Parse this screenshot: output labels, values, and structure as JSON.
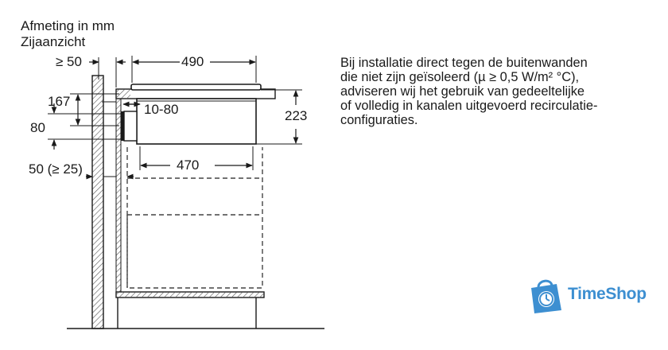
{
  "header": {
    "title": "Afmeting in mm",
    "subtitle": "Zijaanzicht"
  },
  "dimensions": {
    "wall_gap": "≥ 50",
    "hob_width": "490",
    "depth_167": "167",
    "gap_10_80": "10-80",
    "outlet_80": "80",
    "height_223": "223",
    "wall_distance": "50 (≥ 25)",
    "unit_width": "470"
  },
  "note": {
    "lines": [
      "Bij installatie direct tegen de buitenwanden",
      "die niet zijn geïsoleerd (µ ≥ 0,5 W/m² °C),",
      "adviseren wij het gebruik van gedeeltelijke",
      "of volledig in kanalen uitgevoerd recirculatie-",
      "configuraties."
    ]
  },
  "brand": {
    "name": "TimeShop",
    "color": "#3d8fd1",
    "icon": "shopping-bag-clock-icon"
  },
  "colors": {
    "line": "#1a1a1a",
    "hatch": "#555555",
    "dash": "#444444"
  }
}
